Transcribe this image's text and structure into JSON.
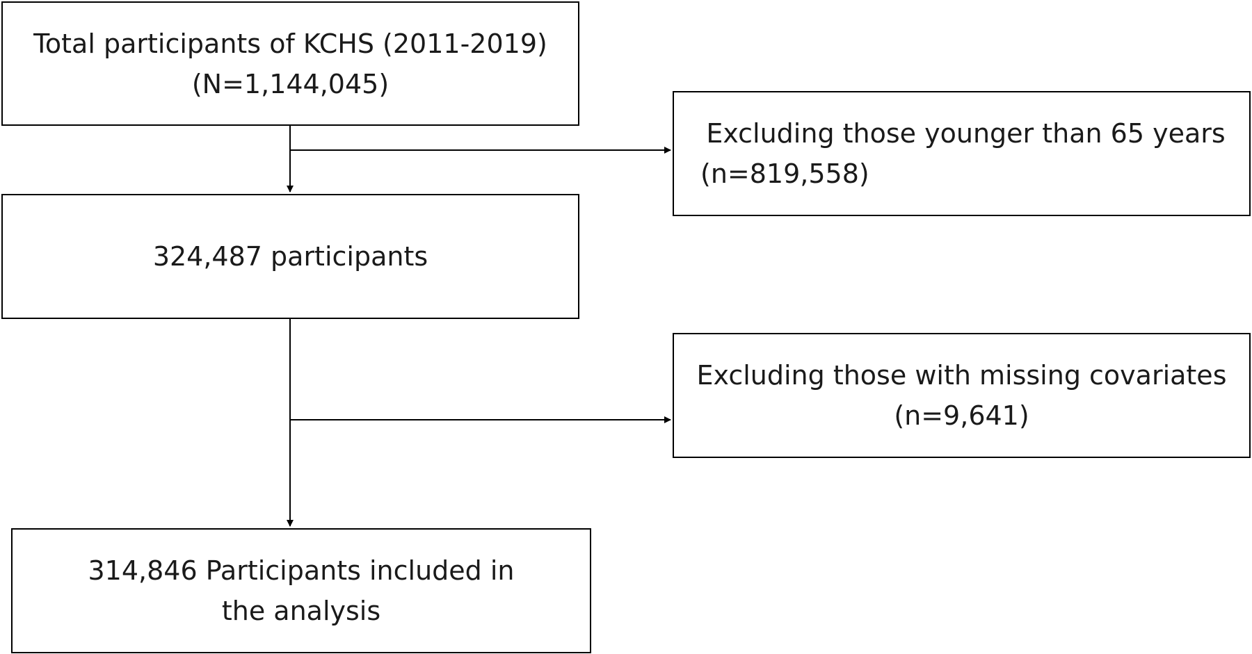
{
  "diagram": {
    "nodes": {
      "total": {
        "line1": "Total participants of KCHS (2011-2019)",
        "line2": "(N=1,144,045)"
      },
      "exclude_age": {
        "line1": "Excluding those younger than 65 years",
        "line2": "(n=819,558)"
      },
      "after_age": {
        "line1": "324,487 participants"
      },
      "exclude_missing": {
        "line1": "Excluding those with missing covariates",
        "line2": "(n=9,641)"
      },
      "final": {
        "line1": "314,846 Participants included in",
        "line2": "the analysis"
      }
    },
    "edges": [
      {
        "from": "total",
        "to": "after_age"
      },
      {
        "from": "total",
        "to": "exclude_age"
      },
      {
        "from": "after_age",
        "to": "final"
      },
      {
        "from": "after_age",
        "to": "exclude_missing"
      }
    ],
    "colors": {
      "line": "#000000",
      "background": "#ffffff"
    }
  }
}
